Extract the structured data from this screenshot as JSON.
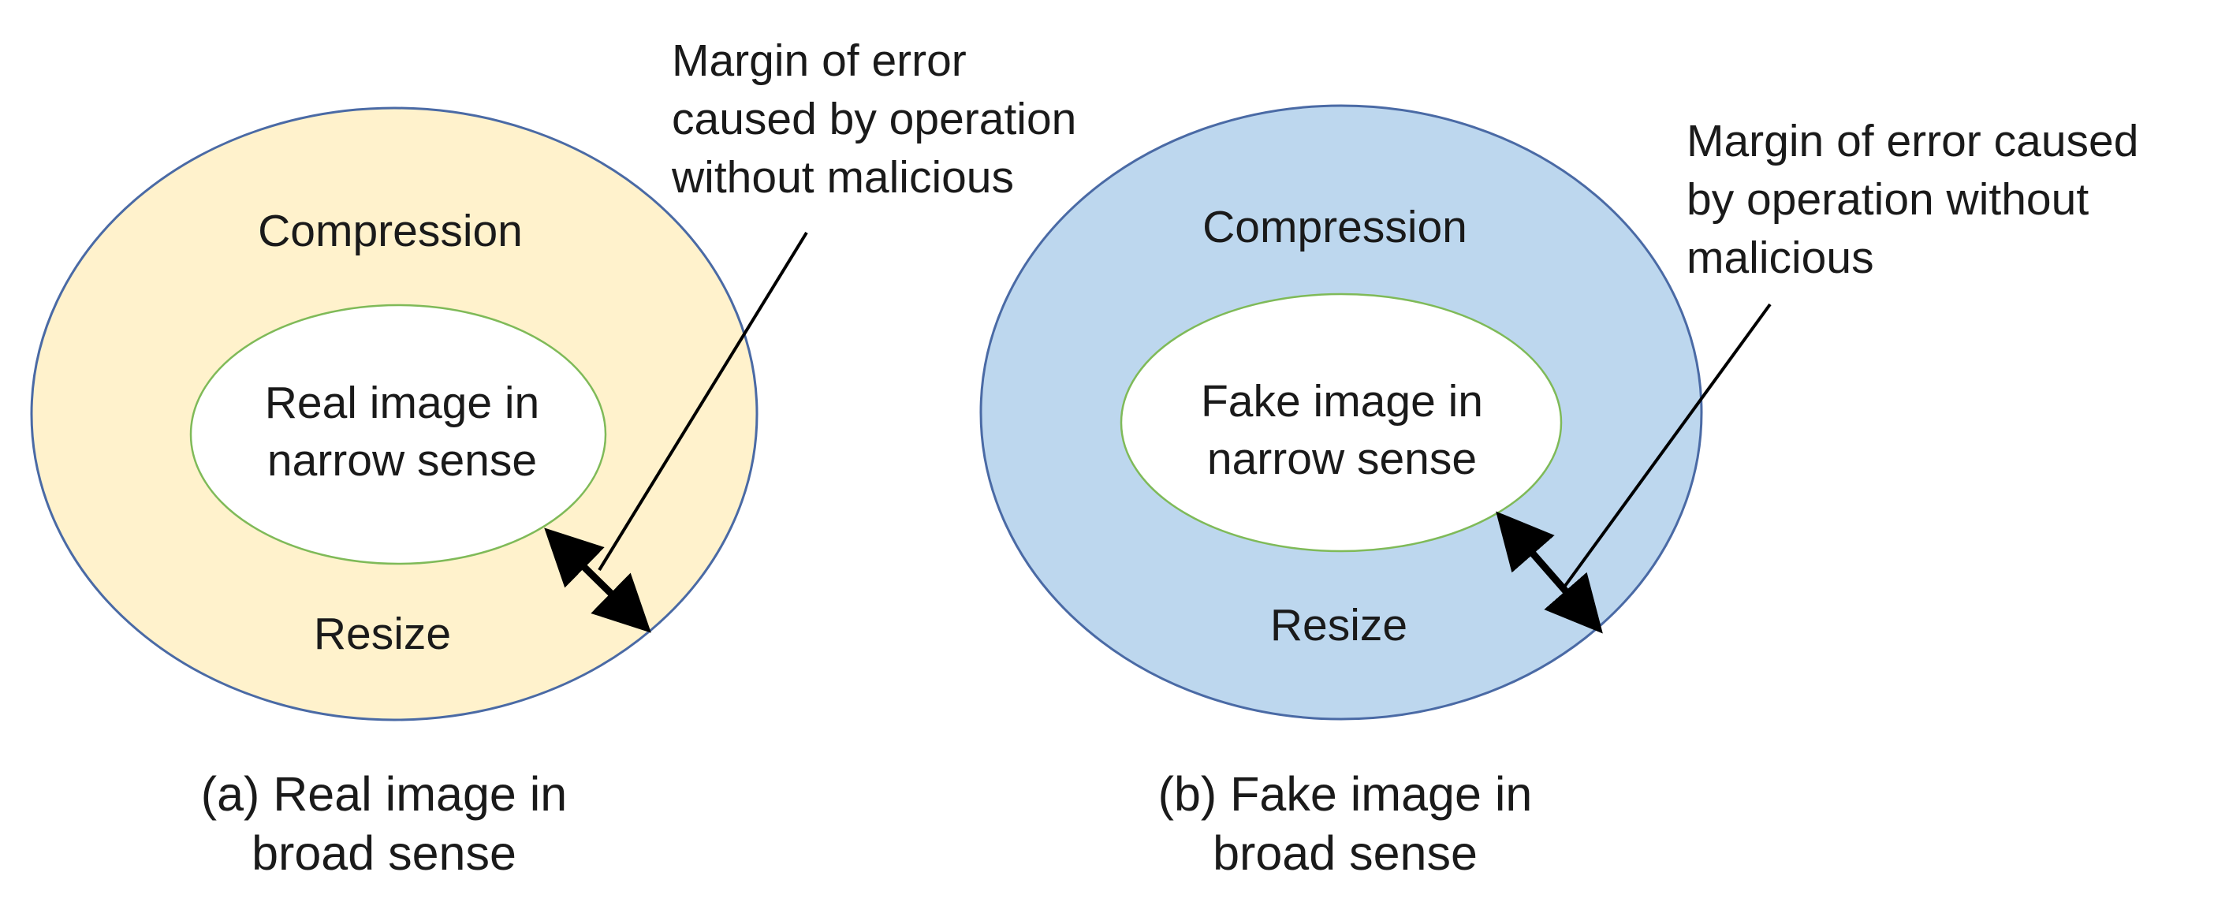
{
  "diagrams": [
    {
      "caption": {
        "line1": "(a) Real image in",
        "line2": "broad sense"
      },
      "outer_label_top": "Compression",
      "outer_label_bottom": "Resize",
      "inner_label": {
        "line1": "Real image in",
        "line2": "narrow sense"
      },
      "annotation": {
        "line1": "Margin of error",
        "line2": "caused by operation",
        "line3": "without malicious"
      },
      "outer_fill": "#fff2cc",
      "outer_stroke": "#4a6aa5",
      "inner_fill": "#ffffff",
      "inner_stroke": "#7fba58"
    },
    {
      "caption": {
        "line1": "(b) Fake image in",
        "line2": "broad sense"
      },
      "outer_label_top": "Compression",
      "outer_label_bottom": "Resize",
      "inner_label": {
        "line1": "Fake image in",
        "line2": "narrow sense"
      },
      "annotation": {
        "line1": "Margin of error caused",
        "line2": "by operation without",
        "line3": "malicious"
      },
      "outer_fill": "#bdd7ee",
      "outer_stroke": "#4a6aa5",
      "inner_fill": "#ffffff",
      "inner_stroke": "#7fba58"
    }
  ]
}
